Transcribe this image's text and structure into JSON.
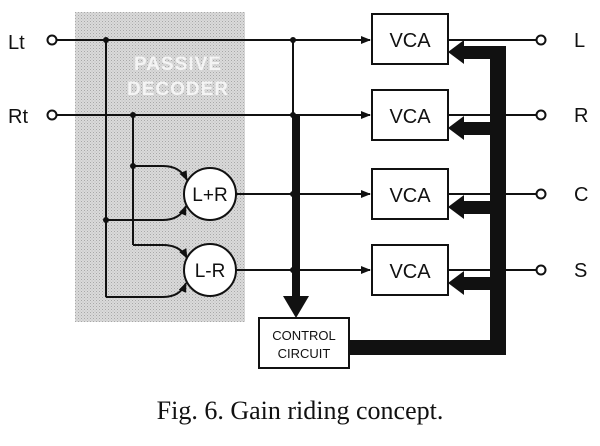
{
  "inputs": {
    "left": "Lt",
    "right": "Rt"
  },
  "decoder": {
    "line1": "PASSIVE",
    "line2": "DECODER"
  },
  "matrix": {
    "sum": "L+R",
    "difference": "L-R"
  },
  "vca_label": "VCA",
  "outputs": {
    "left": "L",
    "right": "R",
    "center": "C",
    "surround": "S"
  },
  "control": {
    "line1": "CONTROL",
    "line2": "CIRCUIT"
  },
  "caption": "Fig. 6.  Gain riding concept.",
  "colors": {
    "ink": "#111111",
    "decoder_shade": "#d4d4d4",
    "background": "#ffffff"
  }
}
